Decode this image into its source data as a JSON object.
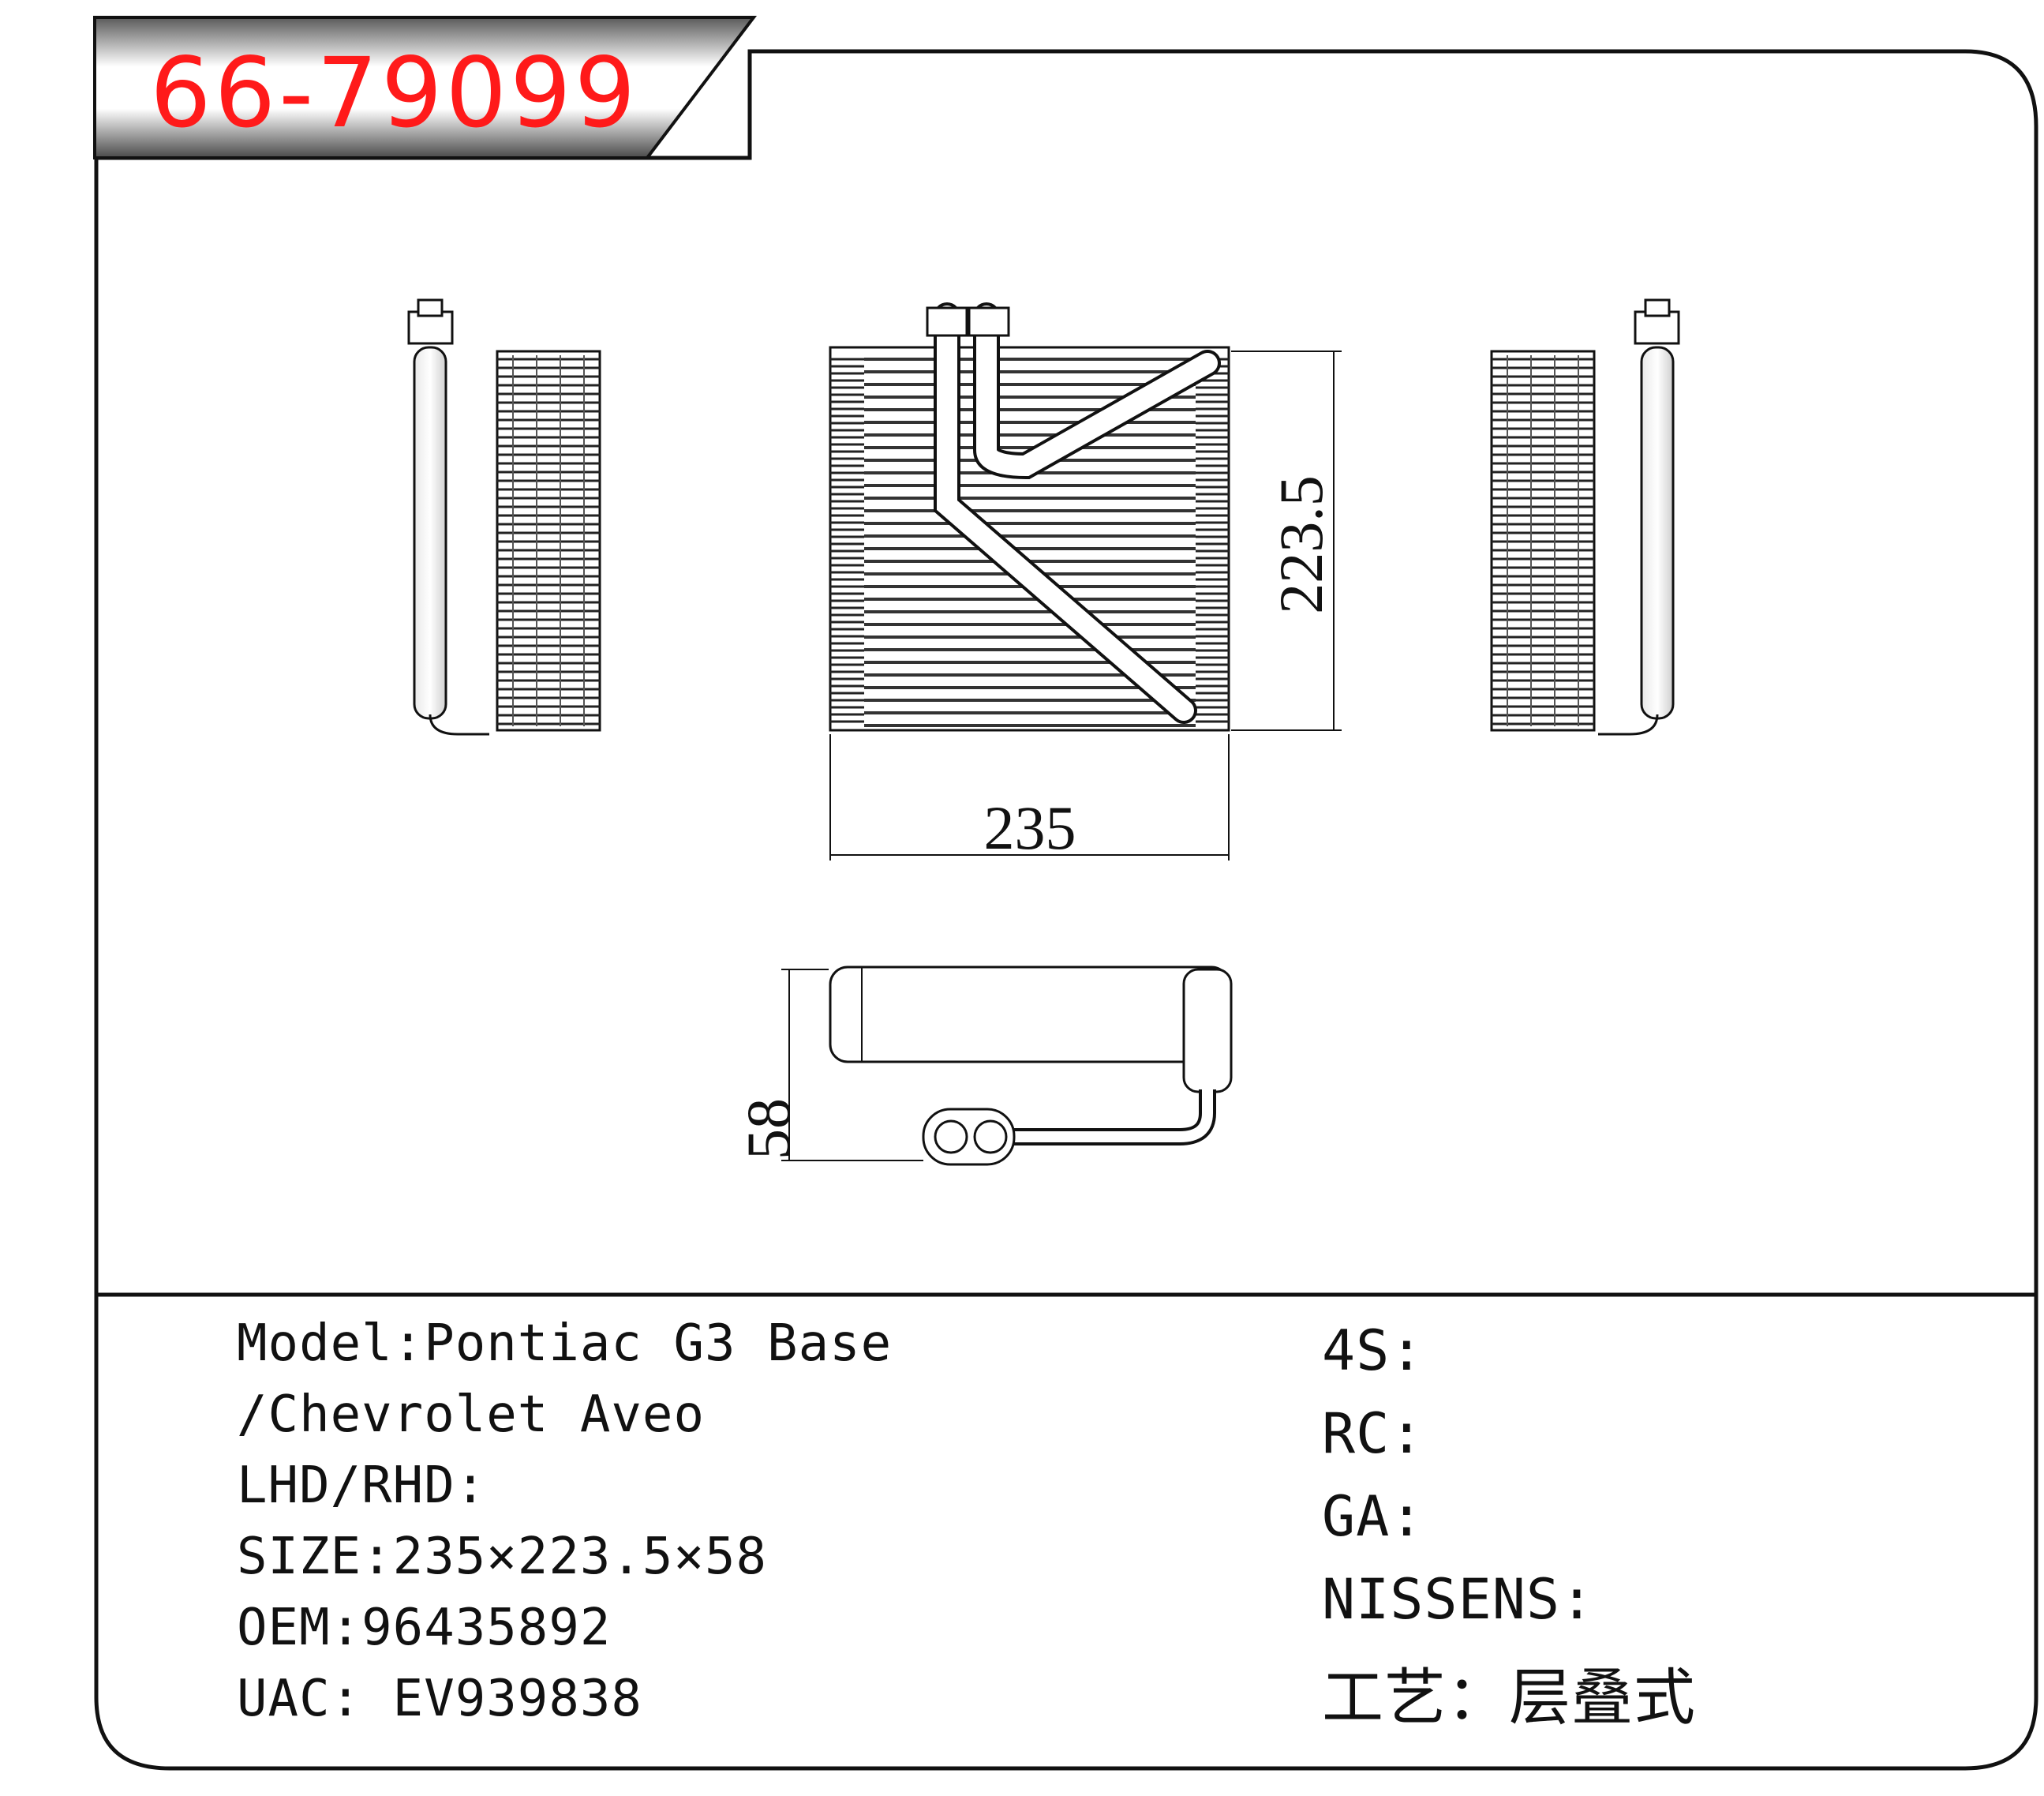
{
  "part_number": "66-79099",
  "colors": {
    "part_number": "#ff1a1a",
    "outline": "#111111",
    "header_tab_dark": "#4a4a4a"
  },
  "dimensions": {
    "width": "235",
    "height": "223.5",
    "depth": "58"
  },
  "specs_left": [
    "Model:Pontiac G3 Base",
    "/Chevrolet Aveo",
    "LHD/RHD:",
    "SIZE:235×223.5×58",
    "OEM:96435892",
    "UAC: EV939838"
  ],
  "specs_right": [
    "4S:",
    "RC:",
    "GA:",
    "NISSENS:",
    "工艺：层叠式"
  ],
  "views": [
    "left-side-view",
    "front-view",
    "right-side-view",
    "top-view"
  ]
}
